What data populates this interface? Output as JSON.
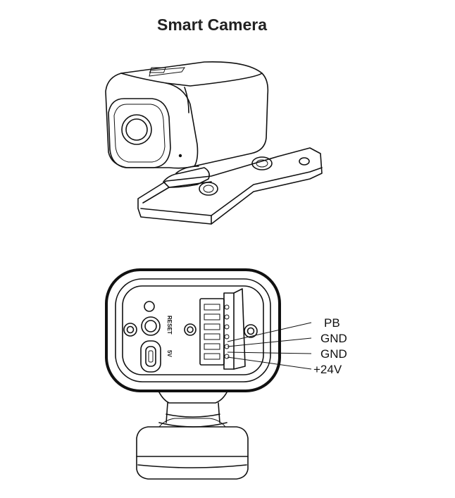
{
  "title": "Smart Camera",
  "back_panel": {
    "reset_label": "RESET",
    "power_label": "5V"
  },
  "terminals": [
    {
      "label": "PB"
    },
    {
      "label": "GND"
    },
    {
      "label": "GND"
    },
    {
      "label": "+24V"
    }
  ]
}
